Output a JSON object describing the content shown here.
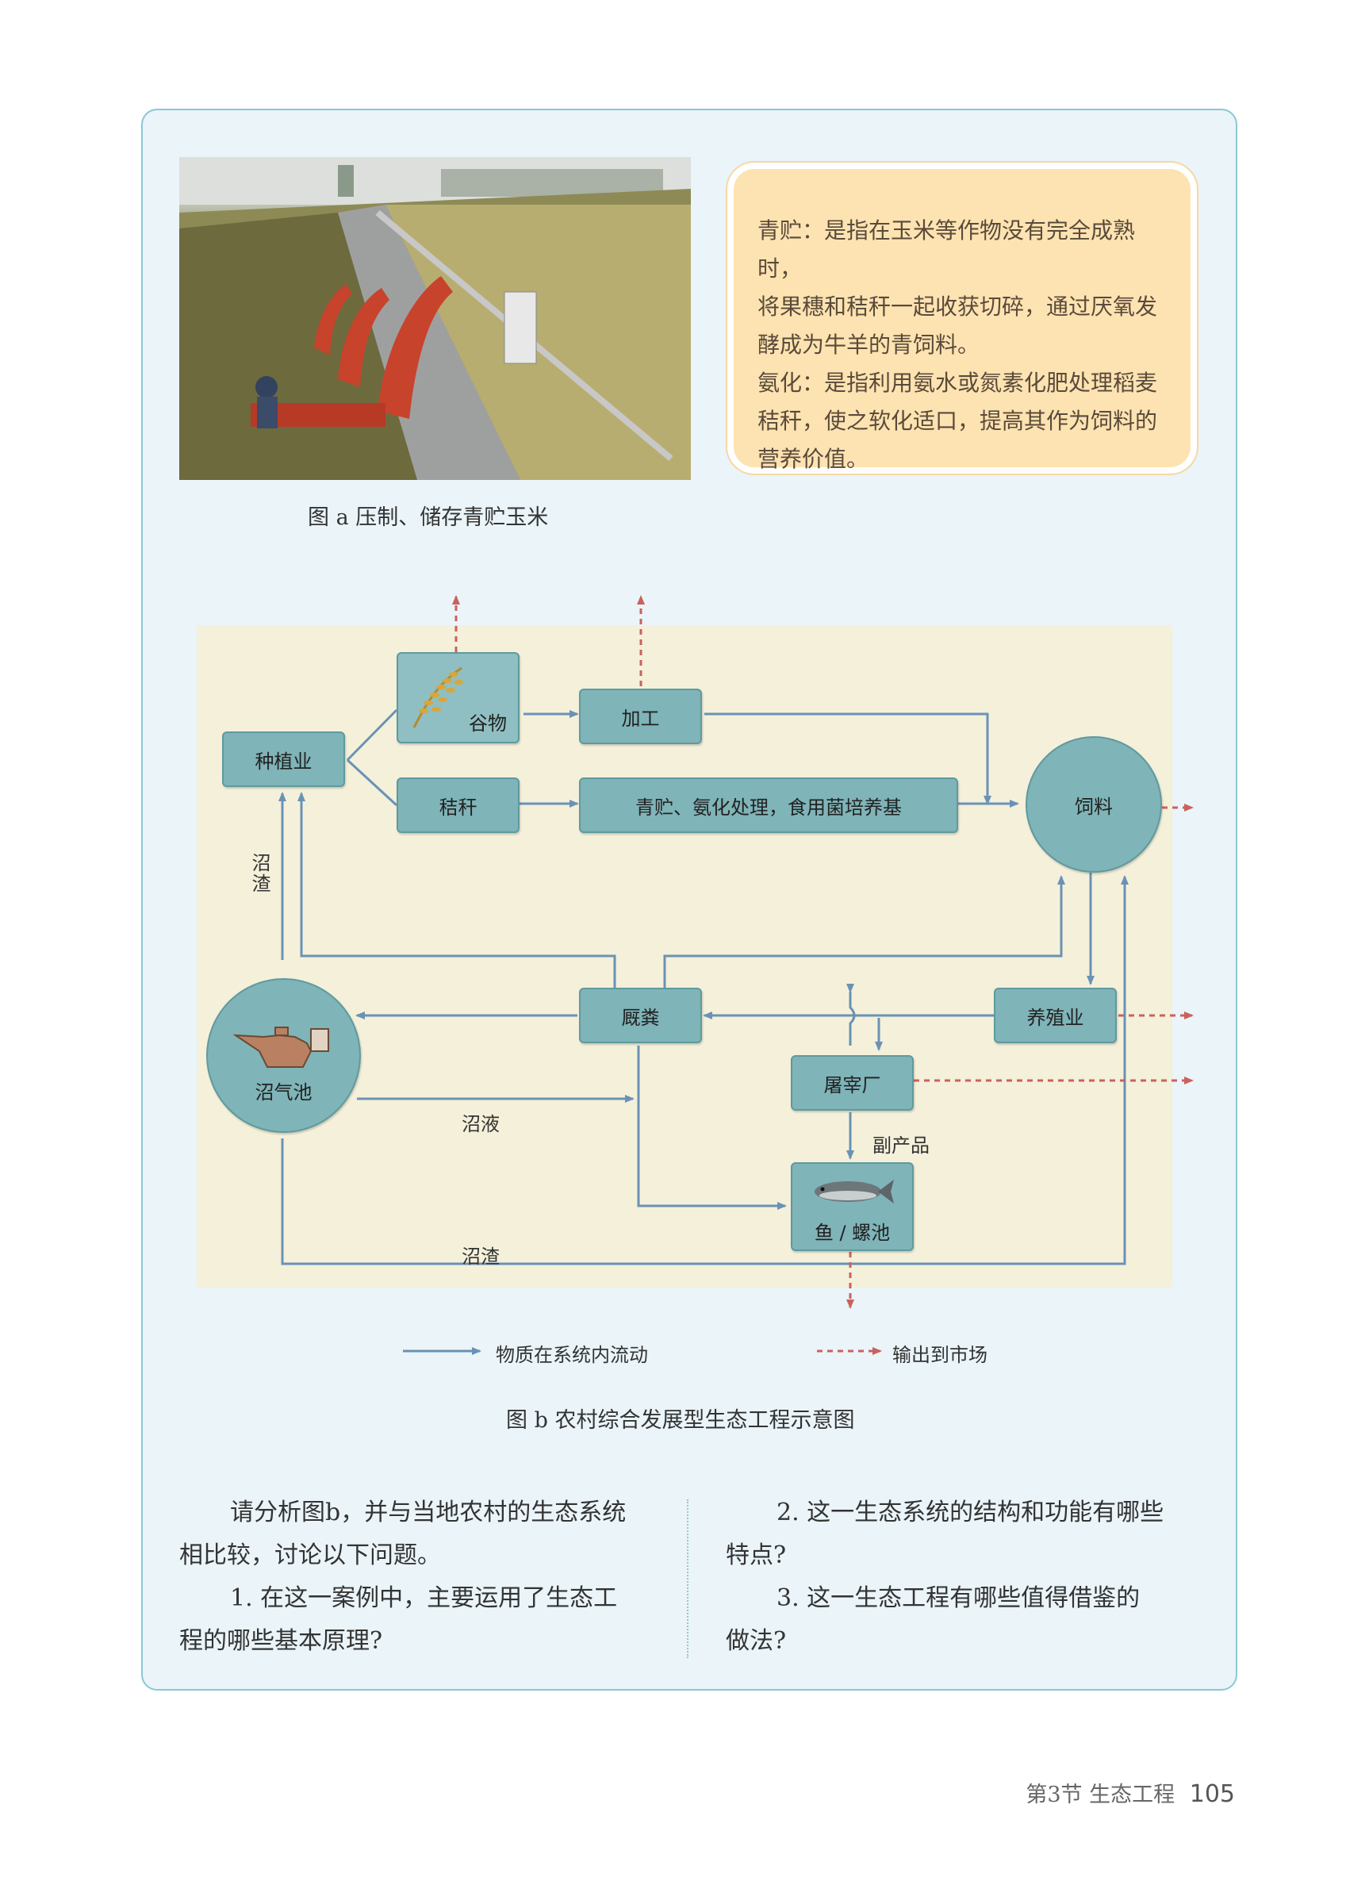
{
  "figure_a": {
    "caption": "图 a    压制、储存青贮玉米"
  },
  "note_box": {
    "line1": "青贮：是指在玉米等作物没有完全成熟时，",
    "line2": "将果穗和秸秆一起收获切碎，通过厌氧发",
    "line3": "酵成为牛羊的青饲料。",
    "line4": "氨化：是指利用氨水或氮素化肥处理稻麦",
    "line5": "秸秆，使之软化适口，提高其作为饲料的",
    "line6": "营养价值。"
  },
  "diagram": {
    "nodes": {
      "planting": "种植业",
      "grain": "谷物",
      "processing": "加工",
      "straw": "秸秆",
      "silage": "青贮、氨化处理，食用菌培养基",
      "feed": "饲料",
      "manure": "厩粪",
      "livestock": "养殖业",
      "biogas": "沼气池",
      "slaughter": "屠宰厂",
      "fish": "鱼 / 螺池"
    },
    "labels": {
      "residue_up": "沼渣",
      "slurry": "沼液",
      "byproduct": "副产品",
      "residue_bottom": "沼渣"
    }
  },
  "legend": {
    "internal_flow": "物质在系统内流动",
    "market_output": "输出到市场"
  },
  "figure_b": {
    "caption": "图 b    农村综合发展型生态工程示意图"
  },
  "questions": {
    "intro_line1": "请分析图b，并与当地农村的生态系统",
    "intro_line2": "相比较，讨论以下问题。",
    "q1_line1": "1.  在这一案例中，主要运用了生态工",
    "q1_line2": "程的哪些基本原理?",
    "q2_line1": "2.  这一生态系统的结构和功能有哪些",
    "q2_line2": "特点?",
    "q3_line1": "3.  这一生态工程有哪些值得借鉴的",
    "q3_line2": "做法?"
  },
  "footer": {
    "section": "第3节    生态工程",
    "page_number": "105"
  },
  "colors": {
    "flow_line": "#6a92b6",
    "market_line": "#c9625e",
    "node_fill": "#7fb4b8",
    "panel_bg": "#eaf4f9",
    "note_bg": "#fde3b1"
  }
}
